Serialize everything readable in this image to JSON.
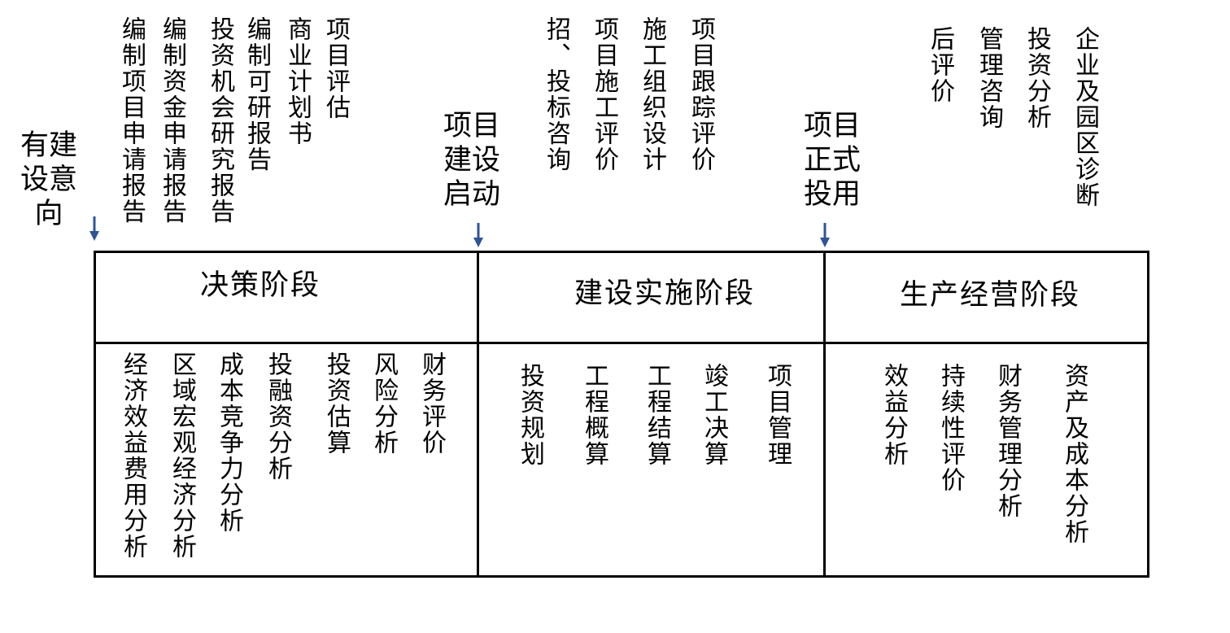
{
  "milestones": [
    {
      "text": "有建设意向"
    },
    {
      "text": "项目建设启动"
    },
    {
      "text": "项目正式投用"
    }
  ],
  "top_services": [
    "编制项目申请报告",
    "编制资金申请报告",
    "投资机会研究报告",
    "编制可研报告",
    "商业计划书",
    "项目评估",
    "招、投标咨询",
    "项目施工评价",
    "施工组织设计",
    "项目跟踪评价",
    "后评价",
    "管理咨询",
    "投资分析",
    "企业及园区诊断"
  ],
  "phases": [
    {
      "title": "决策阶段"
    },
    {
      "title": "建设实施阶段"
    },
    {
      "title": "生产经营阶段"
    }
  ],
  "bottom_services": [
    "经济效益费用分析",
    "区域宏观经济分析",
    "成本竞争力分析",
    "投融资分析",
    "投资估算",
    "风险分析",
    "财务评价",
    "投资规划",
    "工程概算",
    "工程结算",
    "竣工决算",
    "项目管理",
    "效益分析",
    "持续性评价",
    "财务管理分析",
    "资产及成本分析"
  ],
  "colors": {
    "arrow": "#2f5597",
    "line": "#000000",
    "text": "#000000"
  }
}
